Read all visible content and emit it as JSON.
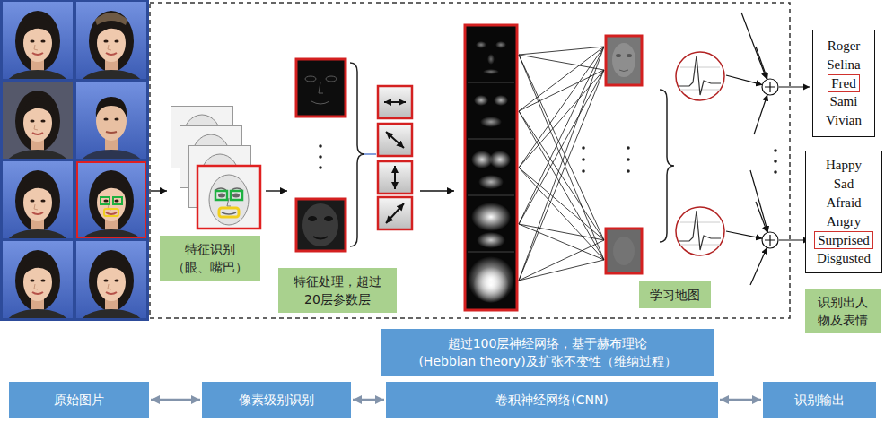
{
  "diagram": {
    "nodes": [
      {
        "text": [
          "Roger",
          "Selina",
          "Fred",
          "Sami",
          "Vivian"
        ]
      },
      {
        "text": [
          "Happy",
          "Sad",
          "Afraid",
          "Angry",
          "Surprised",
          "Disgusted"
        ]
      },
      {
        "text": [
          "特征识别 （眼、嘴巴）"
        ]
      },
      {
        "text": [
          "特征处理，超过 20层参数层"
        ]
      },
      {
        "text": [
          "学习地图"
        ]
      },
      {
        "text": [
          "识别出人 物及表情"
        ]
      },
      {
        "text": [
          "超过100层神经网络，基于赫布理论 (Hebbian theory)及扩张不变性（维纳过程）"
        ]
      },
      {
        "text": [
          "原始图片"
        ]
      },
      {
        "text": [
          "像素级别识别"
        ]
      },
      {
        "text": [
          "卷积神经网络(CNN)"
        ]
      },
      {
        "text": [
          "识别输出"
        ]
      }
    ],
    "edges": [
      {
        "from": 7,
        "to": 8,
        "arrow": "both"
      },
      {
        "from": 8,
        "to": 9,
        "arrow": "both"
      },
      {
        "from": 9,
        "to": 10,
        "arrow": "both"
      }
    ]
  }
}
